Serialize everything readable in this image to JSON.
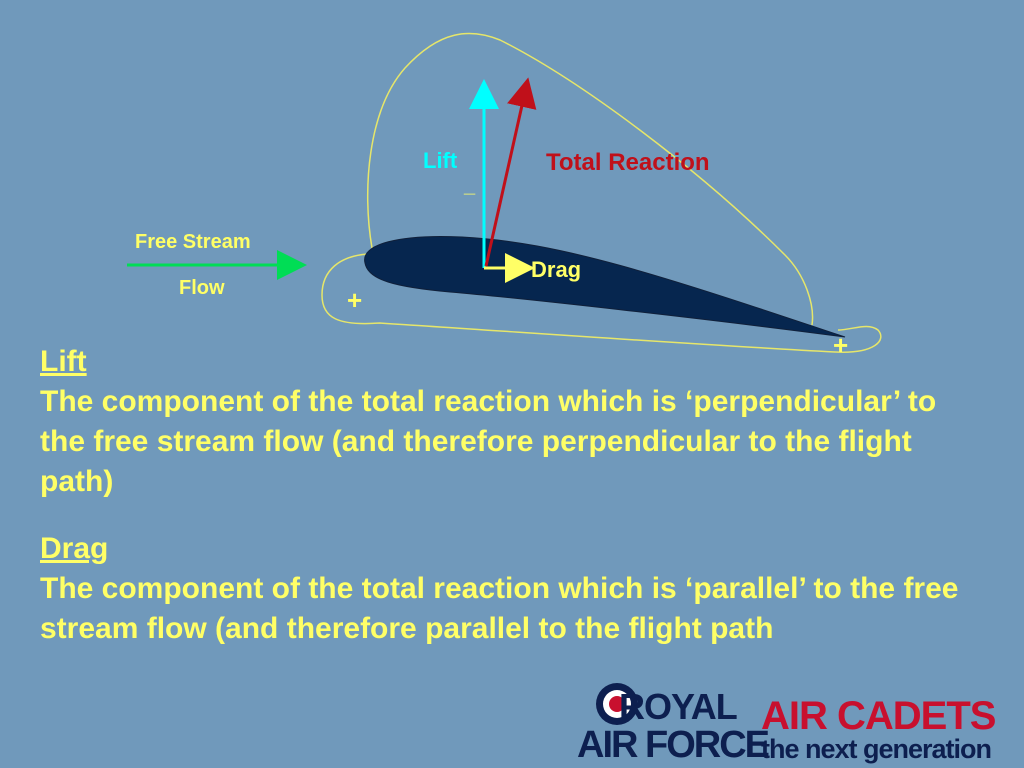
{
  "diagram": {
    "labels": {
      "lift": "Lift",
      "total_reaction": "Total Reaction",
      "drag": "Drag",
      "free_stream_line1": "Free Stream",
      "free_stream_line2": "Flow",
      "plus_near": "+",
      "plus_far": "+",
      "minus": "_"
    },
    "colors": {
      "background": "#7099bb",
      "aerofoil": "#06264f",
      "lift": "#00ffff",
      "total_reaction": "#c0101a",
      "drag": "#ffff66",
      "free_stream": "#00dd55",
      "pressure_envelope": "#e6e66a"
    }
  },
  "definitions": [
    {
      "term": "Lift",
      "text": "The component of the total reaction which is ‘perpendicular’ to the free stream flow (and therefore perpendicular to the flight path)"
    },
    {
      "term": "Drag",
      "text": "The component of the total reaction which is ‘parallel’ to the free stream flow (and therefore parallel to the flight path"
    }
  ],
  "logo": {
    "royal": "ROYAL",
    "air_force": "AIR FORCE",
    "air_cadets": "AIR CADETS",
    "tagline": "the next generation"
  }
}
